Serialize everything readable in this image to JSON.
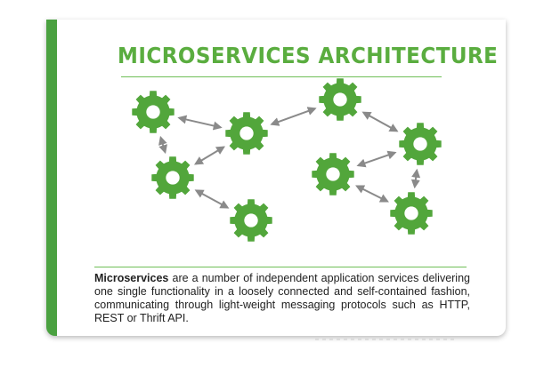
{
  "title": "MICROSERVICES ARCHITECTURE",
  "description": {
    "term": "Microservices",
    "text": " are a number of independent application services delivering one single functionality in a loosely connected and self-contained fashion, communicating through light-weight messaging protocols such as HTTP, REST or Thrift API."
  },
  "colors": {
    "accent": "#5aad3f",
    "gear": "#52a63b",
    "arrow": "#8a8a8a"
  },
  "gears": [
    {
      "id": "g1"
    },
    {
      "id": "g2"
    },
    {
      "id": "g3"
    },
    {
      "id": "g4"
    },
    {
      "id": "g5"
    },
    {
      "id": "g6"
    },
    {
      "id": "g7"
    },
    {
      "id": "g8"
    }
  ],
  "connections": [
    [
      "g1",
      "g2"
    ],
    [
      "g1",
      "g3"
    ],
    [
      "g2",
      "g3"
    ],
    [
      "g3",
      "g4"
    ],
    [
      "g2",
      "g5"
    ],
    [
      "g5",
      "g6"
    ],
    [
      "g6",
      "g7"
    ],
    [
      "g6",
      "g8"
    ],
    [
      "g7",
      "g8"
    ]
  ]
}
